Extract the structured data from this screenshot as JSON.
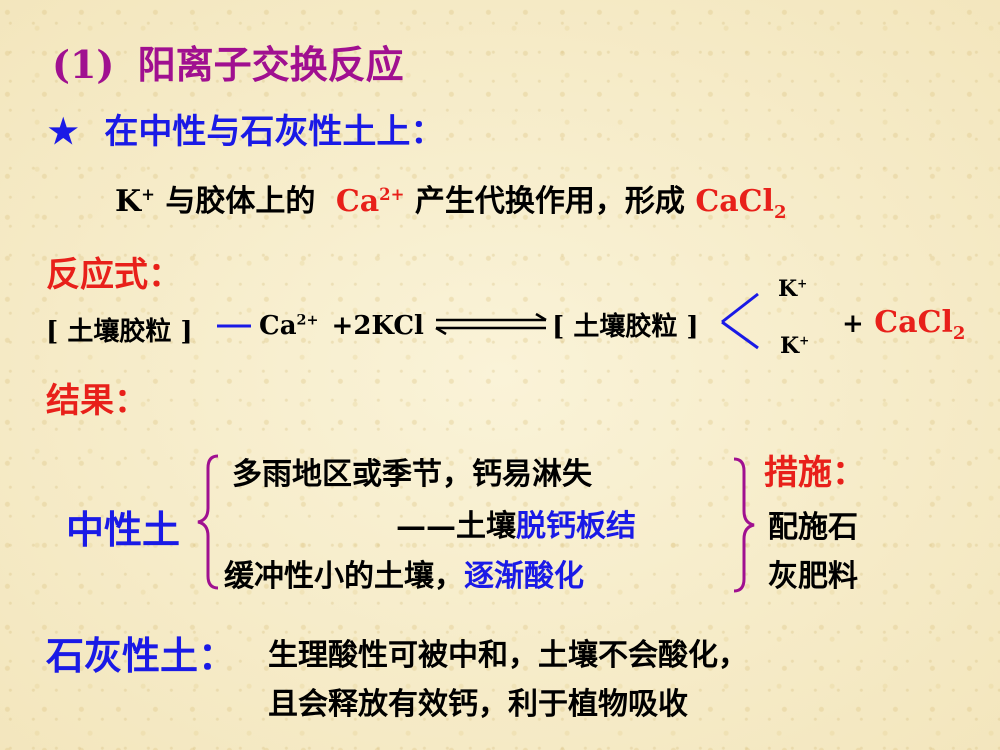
{
  "title": {
    "number": "(1)",
    "text": "阳离子交换反应"
  },
  "section_neutral_calc": {
    "star": "★",
    "text": "在中性与石灰性土上："
  },
  "description": {
    "k": "K",
    "k_charge": "+",
    "middle": "与胶体上的",
    "ca": "Ca",
    "ca_charge": "2+",
    "tail": "产生代换作用，形成",
    "cacl": "CaCl",
    "cacl_sub": "2"
  },
  "reaction_label": "反应式：",
  "reaction": {
    "left_colloid": "[ 土壤胶粒 ]",
    "ca": "Ca",
    "ca_charge": "2+",
    "reagent": "+2KCl",
    "right_colloid": "[ 土壤胶粒 ]",
    "k_top": "K",
    "k_top_charge": "+",
    "k_bottom": "K",
    "k_bottom_charge": "+",
    "plus": "+",
    "cacl": "CaCl",
    "cacl_sub": "2"
  },
  "result_label": "结果：",
  "neutral_soil": {
    "label": "中性土",
    "line1": "多雨地区或季节，钙易淋失",
    "line2_prefix": "——土壤",
    "line2_highlight": "脱钙板结",
    "line3_prefix": "缓冲性小的土壤，",
    "line3_highlight": "逐渐酸化"
  },
  "measures": {
    "label": "措施：",
    "line1": "配施石",
    "line2": "灰肥料"
  },
  "calcareous_soil": {
    "label": "石灰性土：",
    "line1": "生理酸性可被中和，土壤不会酸化，",
    "line2": "且会释放有效钙，利于植物吸收"
  },
  "colors": {
    "red": "#e8201a",
    "blue": "#1a1ae6",
    "purple": "#a01090"
  }
}
